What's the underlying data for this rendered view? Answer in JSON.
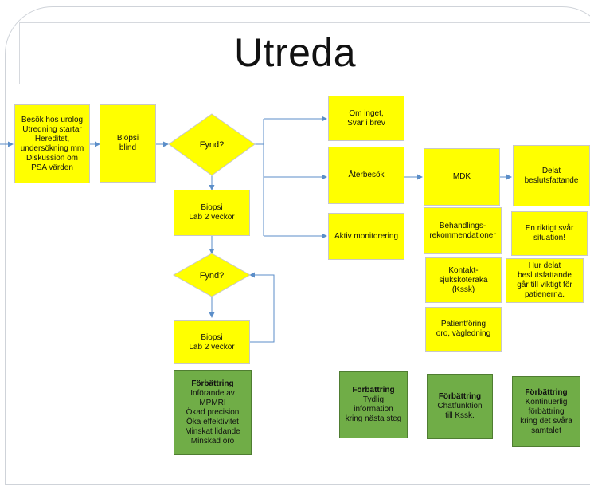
{
  "title": "Utreda",
  "boxes": {
    "besok": "Besök hos urolog\nUtredning startar\nHereditet,\nundersökning mm\nDiskussion om\nPSA värden",
    "biopsi_blind": "Biopsi\nblind",
    "fynd1": "Fynd?",
    "biopsi_lab1": "Biopsi\nLab 2 veckor",
    "fynd2": "Fynd?",
    "biopsi_lab2": "Biopsi\nLab 2 veckor",
    "om_inget": "Om inget,\nSvar i brev",
    "aterbesok": "Återbesök",
    "aktiv": "Aktiv monitorering",
    "mdk": "MDK",
    "delat": "Delat\nbeslutsfattande",
    "behandling": "Behandlings-\nrekommendationer",
    "kontakt": "Kontakt-\nsjuksköteraka\n(Kssk)",
    "patient": "Patientföring\noro, vägledning",
    "riktigt": "En riktigt svår\nsituation!",
    "hur_delat": "Hur delat\nbeslutsfattande\ngår till viktigt för\npatienerna."
  },
  "improvements": {
    "g1_title": "Förbättring",
    "g1_text": "Införande av\nMPMRI\nÖkad precision\nÖka effektivitet\nMinskat lidande\nMinskad oro",
    "g2_title": "Förbättring",
    "g2_text": "Tydlig\ninformation\nkring nästa steg",
    "g3_title": "Förbättring",
    "g3_text": "Chatfunktion\ntill Kssk.",
    "g4_title": "Förbättring",
    "g4_text": "Kontinuerlig\nförbättring\nkring det svåra\nsamtalet"
  },
  "colors": {
    "yellow": "#ffff00",
    "green": "#70ad47",
    "connector": "#5b8ec9"
  }
}
